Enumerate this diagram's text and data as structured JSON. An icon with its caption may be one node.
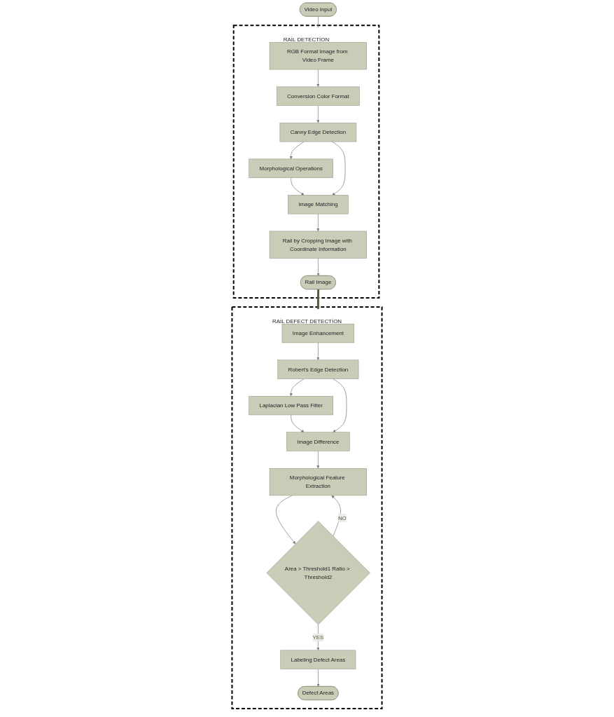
{
  "diagram": {
    "nodes": [
      {
        "text": [
          "Video Input"
        ]
      },
      {
        "text": [
          "RAİL DETECTİON"
        ]
      },
      {
        "text": [
          "RGB Format Image from Video Frame"
        ],
        "in": 1
      },
      {
        "text": [
          "Conversion Color Format"
        ],
        "in": 1
      },
      {
        "text": [
          "Canny Edge Detection"
        ],
        "in": 1
      },
      {
        "text": [
          "Morphological Operations"
        ],
        "in": 1
      },
      {
        "text": [
          "Image Matching"
        ],
        "in": 1
      },
      {
        "text": [
          "Rail by Cropping Image with Coordinate Information"
        ],
        "in": 1
      },
      {
        "text": [
          "Rail Image"
        ],
        "in": 1
      },
      {
        "text": [
          "RAİL DEFECT DETECTİON"
        ]
      },
      {
        "text": [
          "Image Enhancement"
        ],
        "in": 9
      },
      {
        "text": [
          "Robert's Edge Detection"
        ],
        "in": 9
      },
      {
        "text": [
          "Laplacian Low Pass Filter"
        ],
        "in": 9
      },
      {
        "text": [
          "Image Difference"
        ],
        "in": 9
      },
      {
        "text": [
          "Morphological Feature Extraction"
        ],
        "in": 9
      },
      {
        "text": [
          "Area > Threshold1 Ratio > Threshold2"
        ],
        "in": 9
      },
      {
        "text": [
          "Labeling Defect Areas"
        ],
        "in": 9
      },
      {
        "text": [
          "Defect Areas"
        ],
        "in": 9
      }
    ],
    "edges": [
      {
        "from": 0,
        "to": 2,
        "arrow": "to"
      },
      {
        "from": 2,
        "to": 3,
        "arrow": "to"
      },
      {
        "from": 3,
        "to": 4,
        "arrow": "to"
      },
      {
        "from": 4,
        "to": 5,
        "arrow": "to"
      },
      {
        "from": 5,
        "to": 6,
        "arrow": "to"
      },
      {
        "from": 4,
        "to": 6,
        "arrow": "to"
      },
      {
        "from": 6,
        "to": 7,
        "arrow": "to"
      },
      {
        "from": 7,
        "to": 8,
        "arrow": "to"
      },
      {
        "from": 8,
        "to": 10,
        "arrow": "to",
        "style": "thick",
        "color": "#4f6228"
      },
      {
        "from": 10,
        "to": 11,
        "arrow": "to"
      },
      {
        "from": 11,
        "to": 12,
        "arrow": "to"
      },
      {
        "from": 12,
        "to": 13,
        "arrow": "to"
      },
      {
        "from": 11,
        "to": 13,
        "arrow": "to"
      },
      {
        "from": 13,
        "to": 14,
        "arrow": "to"
      },
      {
        "from": 14,
        "to": 15,
        "arrow": "to"
      },
      {
        "from": 15,
        "to": 14,
        "arrow": "to",
        "label": "NO"
      },
      {
        "from": 15,
        "to": 16,
        "arrow": "to",
        "label": "YES"
      },
      {
        "from": 16,
        "to": 17,
        "arrow": "to"
      }
    ]
  }
}
